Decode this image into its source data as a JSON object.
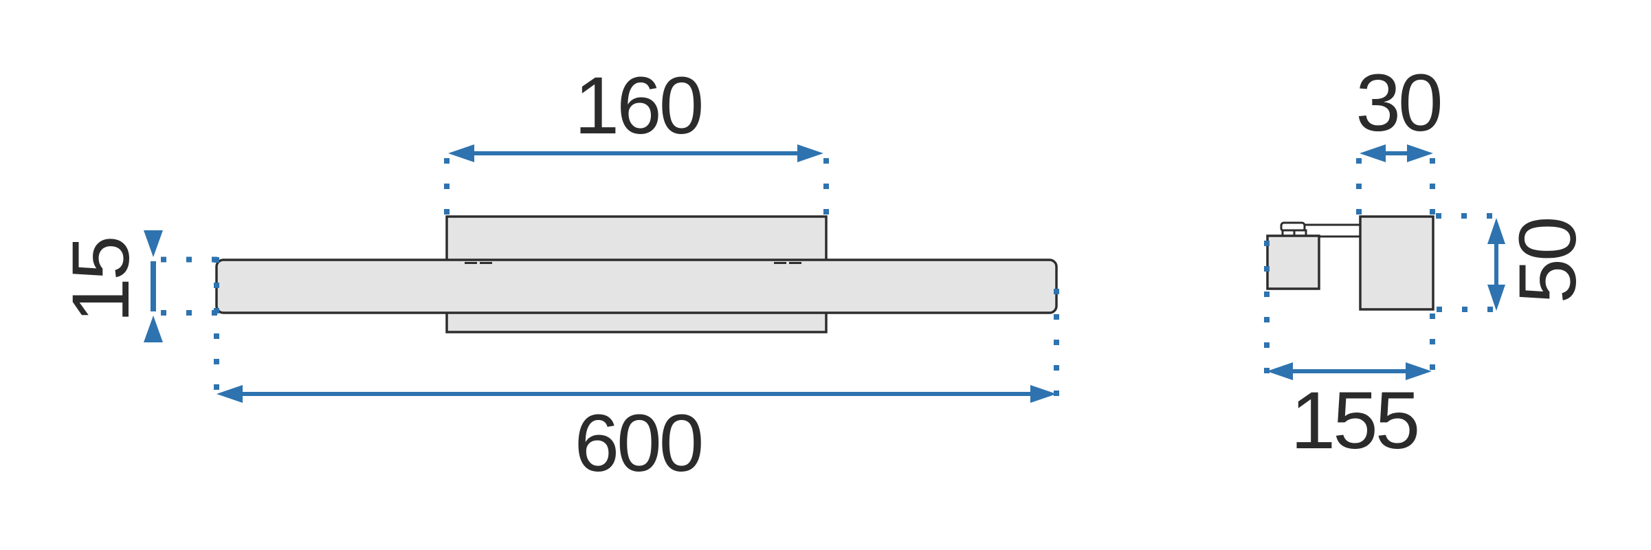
{
  "colors": {
    "accent": "#2E73AF",
    "shape_fill": "#E4E4E4",
    "shape_stroke": "#2D2D2D",
    "arm_fill": "#FFFFFF",
    "label_color": "#2B2B2B",
    "canvas_bg": "#FFFFFF"
  },
  "views": {
    "front": {
      "dimensions": {
        "backplate_width": "160",
        "bar_thickness": "15",
        "bar_length": "600"
      }
    },
    "side": {
      "dimensions": {
        "head_depth": "30",
        "head_height": "50",
        "total_depth": "155"
      }
    }
  }
}
